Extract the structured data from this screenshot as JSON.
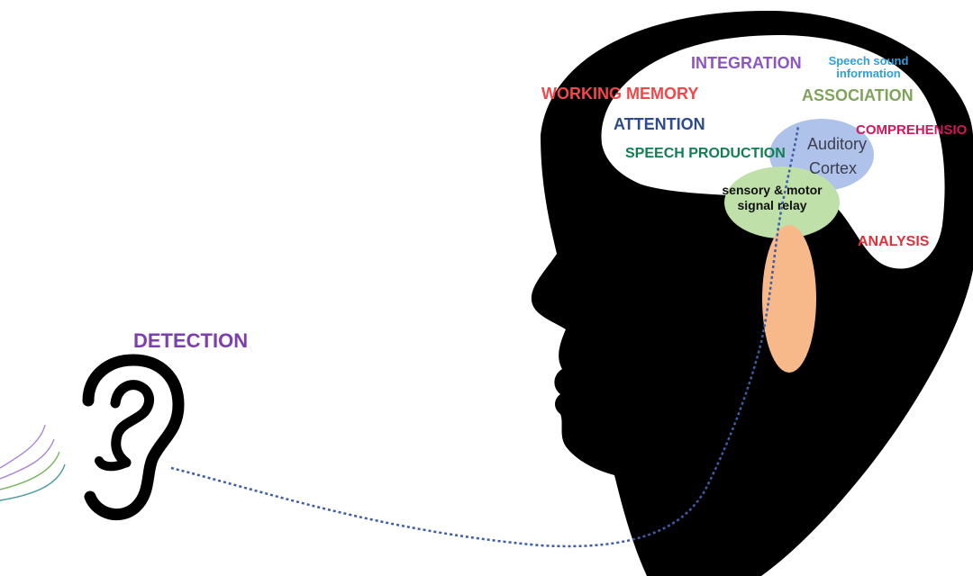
{
  "labels": {
    "detection": "DETECTION",
    "integration": "INTEGRATION",
    "speech_sound_line1": "Speech sound",
    "speech_sound_line2": "information",
    "working_memory": "WORKING MEMORY",
    "association": "ASSOCIATION",
    "attention": "ATTENTION",
    "comprehension": "COMPREHENSIO",
    "speech_production": "SPEECH PRODUCTION",
    "auditory_line1": "Auditory",
    "auditory_line2": "Cortex",
    "relay_line1": "sensory & motor",
    "relay_line2": "signal relay",
    "analysis": "ANALYSIS"
  },
  "colors": {
    "detection": "#7b3fb0",
    "integration": "#8d55c0",
    "speech_sound": "#2f9fe0",
    "working_memory": "#f04848",
    "association": "#7fa35a",
    "attention": "#2f4a8c",
    "comprehension": "#d0185a",
    "speech_production": "#0f7f52",
    "auditory": "#3d3d4d",
    "relay": "#111111",
    "analysis": "#e0303a",
    "auditory_cortex_fill": "#aec2ea",
    "relay_fill": "#bfe0a8",
    "brainstem_fill": "#f7b98a",
    "pathway": "#3d5da8",
    "head": "#000000"
  },
  "icons": {
    "ear": "ear-icon",
    "sound_waves": "sound-waves-icon",
    "head": "head-silhouette-icon"
  }
}
